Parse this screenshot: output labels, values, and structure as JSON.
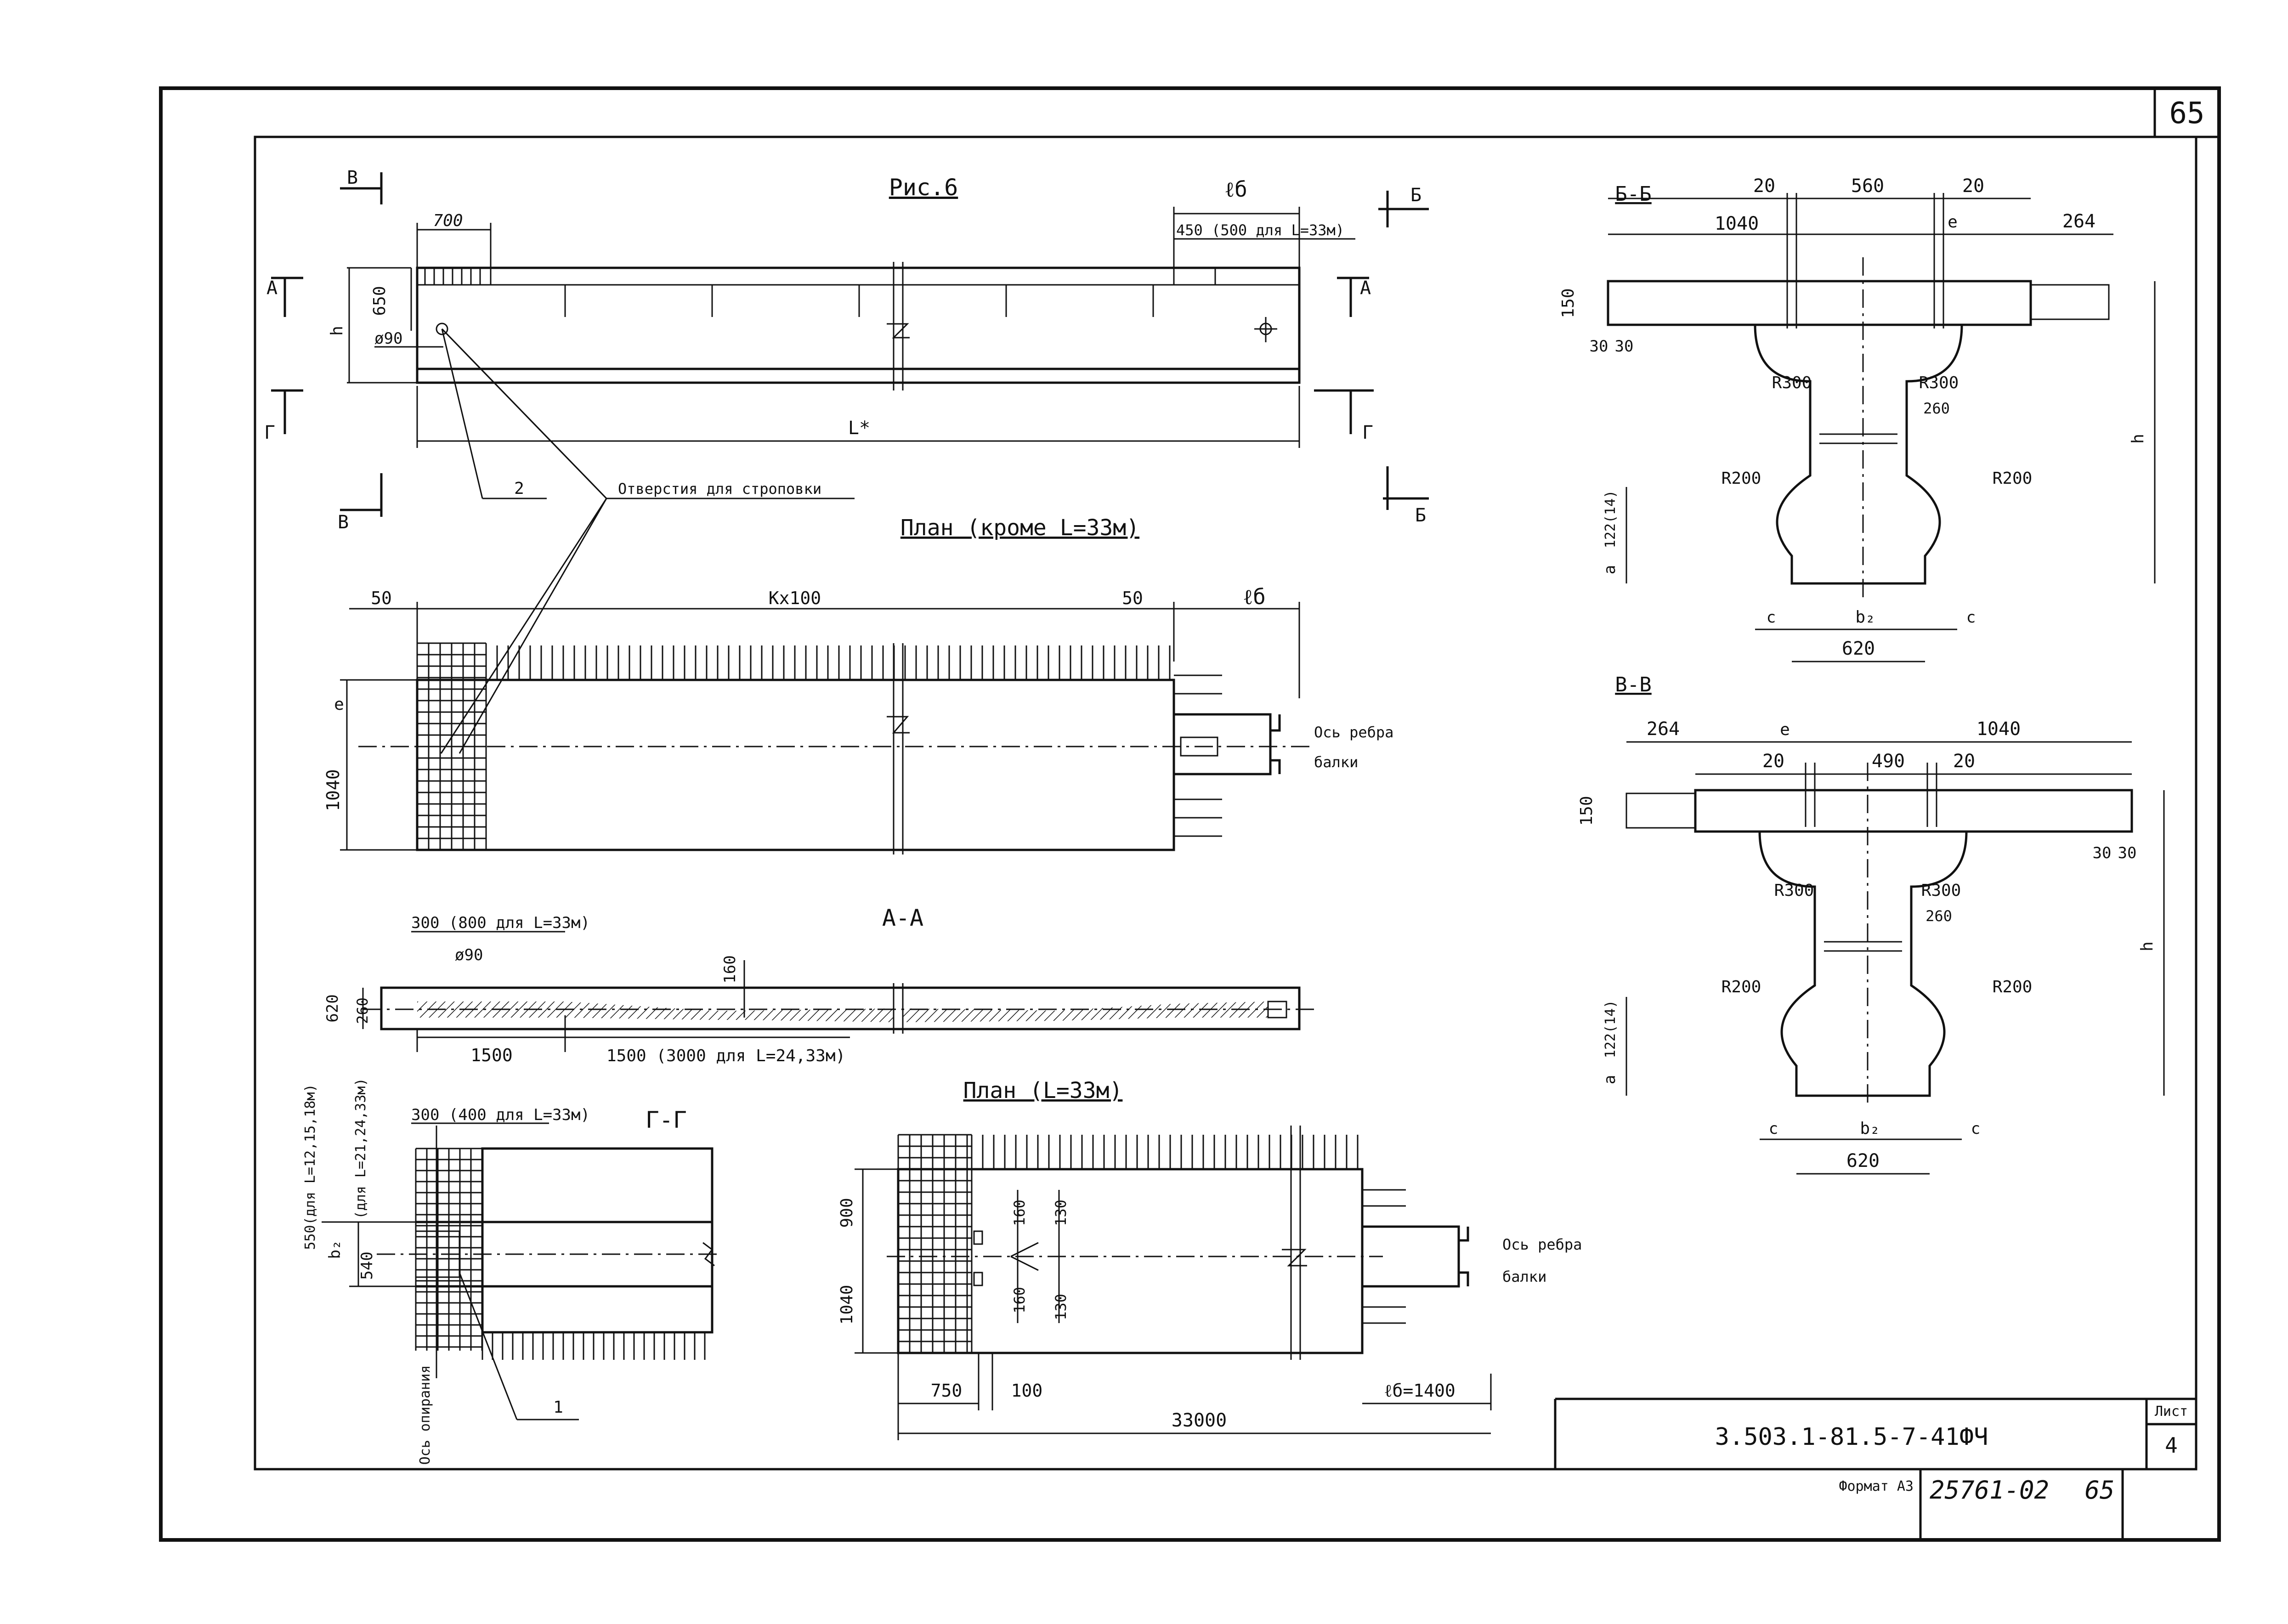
{
  "sheet": {
    "page_number": "65",
    "designation": "3.503.1-81.5-7-41ФЧ",
    "sheet_label": "Лист",
    "sheet_number": "4",
    "format_label": "Формат А3",
    "inventory_number": "25761-02",
    "inventory_page": "65"
  },
  "figure": {
    "title": "Рис.6"
  },
  "elevation": {
    "section_markers": [
      "В",
      "В",
      "А",
      "А",
      "Б",
      "Б",
      "Г",
      "Г"
    ],
    "dim_700": "700",
    "dim_lb": "ℓб",
    "dim_450": "450 (500 для L=33м)",
    "dim_650": "650",
    "dim_h": "h",
    "hole_dia": "ø90",
    "length": "L*",
    "callout_2": "2",
    "holes_note": "Отверстия для строповки"
  },
  "plan_main": {
    "title": "План (кроме L=33м)",
    "dim_left": "50",
    "dim_mid": "Kx100",
    "dim_right": "50",
    "dim_lb": "ℓб",
    "dim_e": "e",
    "dim_1040": "1040",
    "axis_note_1": "Ось ребра",
    "axis_note_2": "балки"
  },
  "section_aa": {
    "title": "А-А",
    "dim_300": "300 (800 для L=33м)",
    "hole_dia": "ø90",
    "dim_160": "160",
    "dim_620": "620",
    "dim_260": "260",
    "dim_1500": "1500",
    "dim_1500b": "1500 (3000 для L=24,33м)"
  },
  "section_gg": {
    "title": "Г-Г",
    "dim_300": "300 (400 для L=33м)",
    "dim_550": "550(для L=12,15,18м)",
    "dim_550b": "(для L=21,24,33м)",
    "dim_b2": "b₂",
    "dim_540": "540",
    "axis_label": "Ось опирания",
    "callout_1": "1"
  },
  "plan_33": {
    "title": "План (L=33м)",
    "dim_900": "900",
    "dim_1040": "1040",
    "dim_160a": "160",
    "dim_130a": "130",
    "dim_160b": "160",
    "dim_130b": "130",
    "dim_750": "750",
    "dim_100": "100",
    "dim_lb": "ℓб=1400",
    "dim_total": "33000",
    "axis_note_1": "Ось ребра",
    "axis_note_2": "балки"
  },
  "section_bb": {
    "title": "Б-Б",
    "dim_20a": "20",
    "dim_560": "560",
    "dim_20b": "20",
    "dim_1040": "1040",
    "dim_e": "e",
    "dim_264": "264",
    "dim_150": "150",
    "dim_30a": "30",
    "dim_30b": "30",
    "r300a": "R300",
    "r300b": "R300",
    "dim_260": "260",
    "r200a": "R200",
    "r200b": "R200",
    "dim_122": "122(14)",
    "dim_a": "a",
    "dim_h": "h",
    "dim_c1": "c",
    "dim_b2": "b₂",
    "dim_c2": "c",
    "dim_620": "620"
  },
  "section_vv": {
    "title": "В-В",
    "dim_264": "264",
    "dim_e": "e",
    "dim_1040": "1040",
    "dim_20a": "20",
    "dim_490": "490",
    "dim_20b": "20",
    "dim_150": "150",
    "dim_30a": "30",
    "dim_30b": "30",
    "r300a": "R300",
    "r300b": "R300",
    "dim_260": "260",
    "r200a": "R200",
    "r200b": "R200",
    "dim_122": "122(14)",
    "dim_a": "a",
    "dim_h": "h",
    "dim_c1": "c",
    "dim_b2": "b₂",
    "dim_c2": "c",
    "dim_620": "620"
  }
}
